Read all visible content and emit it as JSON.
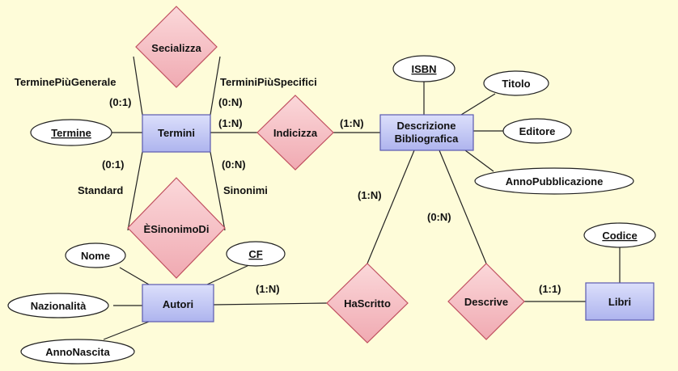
{
  "colors": {
    "background": "#fefcd9",
    "entity_fill": "#c8ccf5",
    "entity_border": "#5a5ab0",
    "relationship_fill": "#f6c4c8",
    "relationship_border": "#c05060",
    "attribute_fill": "#ffffff"
  },
  "entities": {
    "termini": "Termini",
    "descrizione_line1": "Descrizione",
    "descrizione_line2": "Bibliografica",
    "autori": "Autori",
    "libri": "Libri"
  },
  "relationships": {
    "secializza": "Secializza",
    "indicizza": "Indicizza",
    "esinonimodi": "ÈSinonimoDi",
    "hascritto": "HaScritto",
    "descrive": "Descrive"
  },
  "attributes": {
    "termine": "Termine",
    "isbn": "ISBN",
    "titolo": "Titolo",
    "editore": "Editore",
    "annopubblicazione": "AnnoPubblicazione",
    "codice": "Codice",
    "nome": "Nome",
    "cf": "CF",
    "nazionalita": "Nazionalità",
    "annonascita": "AnnoNascita"
  },
  "roles": {
    "termine_piu_generale": "TerminePiùGenerale",
    "termini_piu_specifici": "TerminiPiùSpecifici",
    "standard": "Standard",
    "sinonimi": "Sinonimi"
  },
  "cardinalities": {
    "generale": "(0:1)",
    "specifici": "(0:N)",
    "termini_indicizza": "(1:N)",
    "indicizza_descrizione": "(1:N)",
    "standard": "(0:1)",
    "sinonimi": "(0:N)",
    "descrizione_hascritto": "(1:N)",
    "descrizione_descrive": "(0:N)",
    "autori_hascritto": "(1:N)",
    "libri_descrive": "(1:1)"
  }
}
